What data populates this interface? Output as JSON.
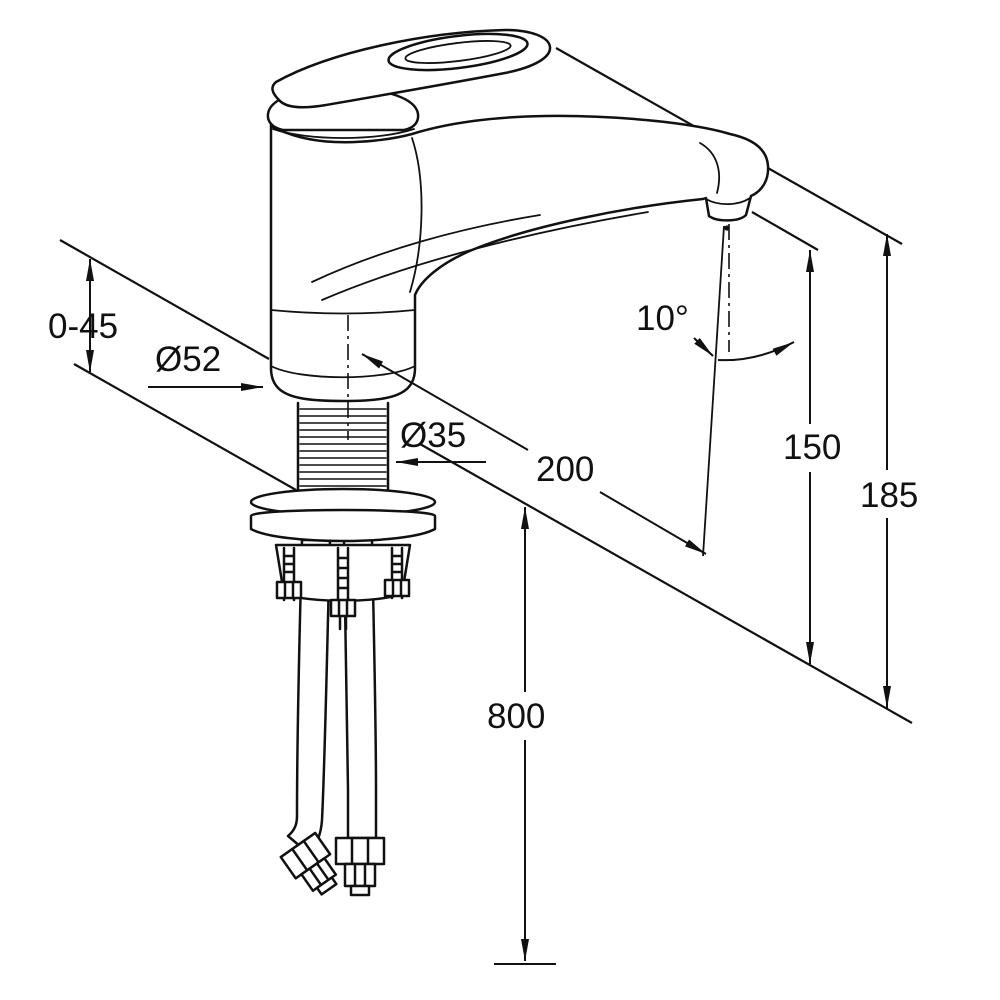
{
  "diagram": {
    "type": "technical-dimension-drawing",
    "subject": "Single-lever kitchen mixer tap, side elevation with mounting shank, fixing hardware and flexible supply hoses",
    "background_color": "#ffffff",
    "line_color": "#111111",
    "labels": {
      "counter_thickness": "0-45",
      "base_diameter": "Ø52",
      "shank_diameter": "Ø35",
      "spout_reach": "200",
      "spout_angle": "10°",
      "spout_height": "150",
      "total_height": "185",
      "hose_length": "800"
    }
  }
}
